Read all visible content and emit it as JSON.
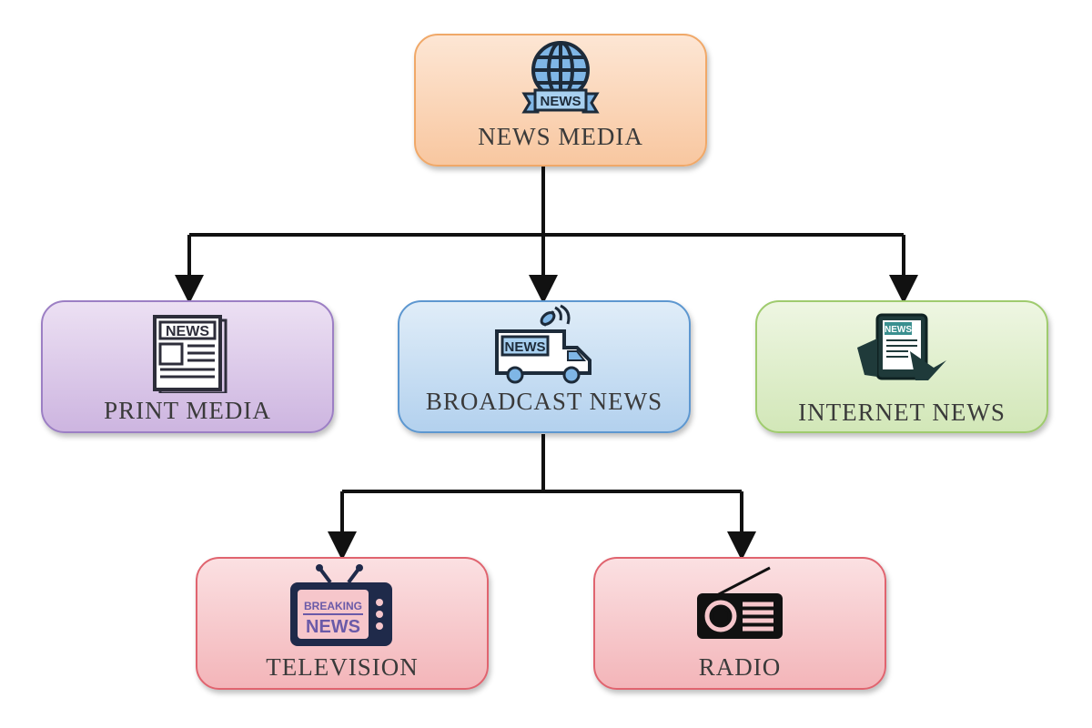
{
  "nodes": {
    "root": {
      "label": "NEWS MEDIA",
      "icon": "globe-news-icon",
      "icon_text": "NEWS",
      "color": "#f8c7a0"
    },
    "print": {
      "label": "PRINT MEDIA",
      "icon": "newspaper-icon",
      "icon_text": "NEWS",
      "color": "#cdb5e0"
    },
    "broadcast": {
      "label": "BROADCAST NEWS",
      "icon": "news-van-icon",
      "icon_text": "NEWS",
      "color": "#b3d1ee"
    },
    "internet": {
      "label": "INTERNET NEWS",
      "icon": "tablet-news-icon",
      "icon_text": "NEWS",
      "color": "#d2e7b8"
    },
    "television": {
      "label": "TELEVISION",
      "icon": "tv-icon",
      "icon_text_1": "BREAKING",
      "icon_text_2": "NEWS",
      "color": "#f3b5b9"
    },
    "radio": {
      "label": "RADIO",
      "icon": "radio-icon",
      "color": "#f3b5b9"
    }
  },
  "edges": [
    [
      "root",
      "print"
    ],
    [
      "root",
      "broadcast"
    ],
    [
      "root",
      "internet"
    ],
    [
      "broadcast",
      "television"
    ],
    [
      "broadcast",
      "radio"
    ]
  ]
}
